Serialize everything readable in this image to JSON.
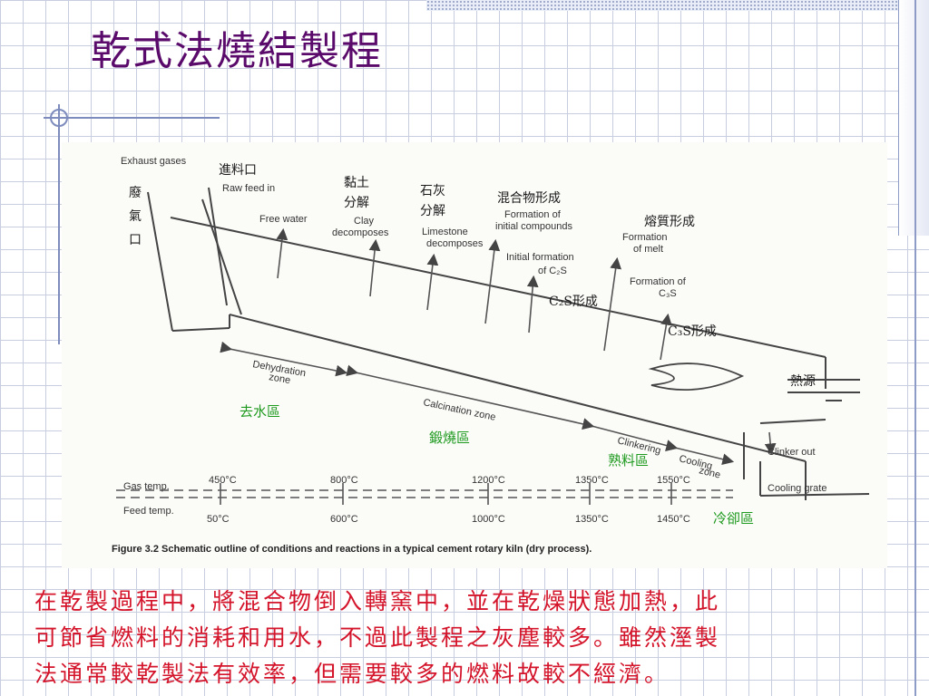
{
  "slide_title": "乾式法燒結製程",
  "figure": {
    "labels_en": {
      "exhaust": "Exhaust gases",
      "raw_feed": "Raw feed in",
      "free_water": "Free water",
      "clay_1": "Clay",
      "clay_2": "decomposes",
      "lime_1": "Limestone",
      "lime_2": "decomposes",
      "fic_1": "Formation of",
      "fic_2": "initial compounds",
      "ifc_1": "Initial formation",
      "ifc_2": "of C₂S",
      "fom_1": "Formation",
      "fom_2": "of melt",
      "fc3_1": "Formation of",
      "fc3_2": "C₃S",
      "dehyd_1": "Dehydration",
      "dehyd_2": "zone",
      "calc": "Calcination zone",
      "clink": "Clinkering",
      "cool_1": "Cooling",
      "cool_2": "zone",
      "clinker_out": "Clinker out",
      "cooling_grate": "Cooling grate",
      "gas_temp": "Gas temp.",
      "feed_temp": "Feed temp."
    },
    "labels_cn": {
      "exhaust": [
        "廢",
        "氣",
        "口"
      ],
      "raw_feed": "進料口",
      "clay": [
        "黏土",
        "分解"
      ],
      "lime": [
        "石灰",
        "分解"
      ],
      "compounds": "混合物形成",
      "melt": "熔質形成",
      "c2s": "C₂S形成",
      "c3s": "C₃S形成",
      "heat": "熱源",
      "dehyd": "去水區",
      "calc": "鍛燒區",
      "clink": "熟料區",
      "cool": "冷卻區"
    },
    "gas_temps": [
      "450°C",
      "800°C",
      "1200°C",
      "1350°C",
      "1550°C"
    ],
    "feed_temps": [
      "50°C",
      "600°C",
      "1000°C",
      "1350°C",
      "1450°C"
    ],
    "caption": "Figure 3.2  Schematic outline of conditions and reactions in a typical cement rotary kiln (dry process)."
  },
  "body_lines": [
    "在乾製過程中，將混合物倒入轉窯中，並在乾燥狀態加熱，此",
    "可節省燃料的消耗和用水，不過此製程之灰塵較多。雖然溼製",
    "法通常較乾製法有效率，但需要較多的燃料故較不經濟。"
  ]
}
